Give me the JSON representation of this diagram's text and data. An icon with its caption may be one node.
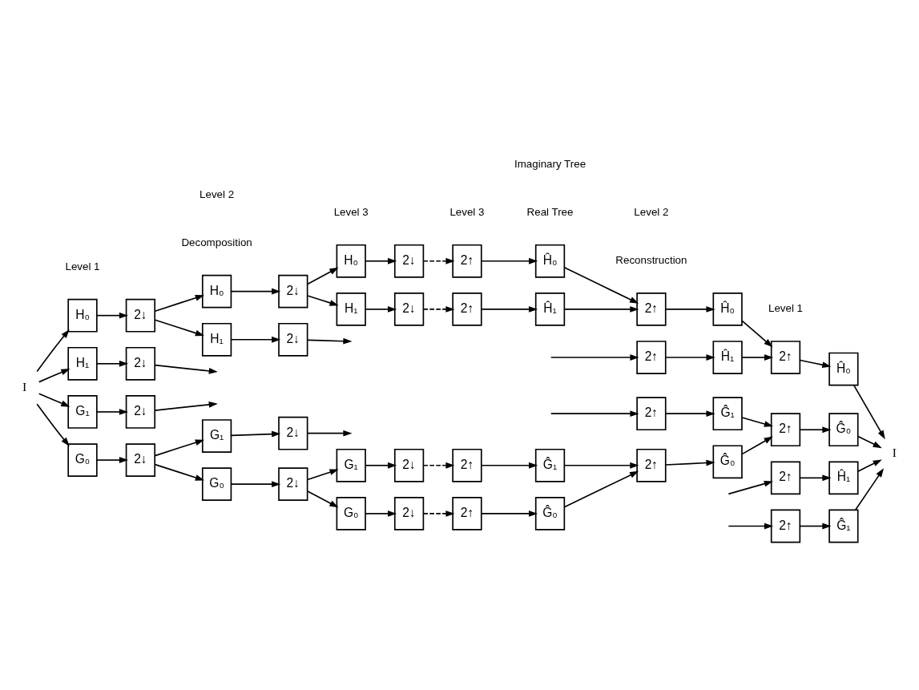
{
  "diagram": {
    "nodes": [
      {
        "text": [
          "I"
        ]
      },
      {
        "text": [
          "H₀"
        ]
      },
      {
        "text": [
          "2↓"
        ]
      },
      {
        "text": [
          "H₁"
        ]
      },
      {
        "text": [
          "2↓"
        ]
      },
      {
        "text": [
          "H₀"
        ]
      },
      {
        "text": [
          "2↓"
        ]
      },
      {
        "text": [
          "H₁"
        ]
      },
      {
        "text": [
          "2↓"
        ]
      },
      {
        "text": [
          "H₀"
        ]
      },
      {
        "text": [
          "2↓"
        ]
      },
      {
        "text": [
          "H₁"
        ]
      },
      {
        "text": [
          "2↓"
        ]
      },
      {
        "text": [
          "2↑"
        ]
      },
      {
        "text": [
          "Ĥ₀"
        ]
      },
      {
        "text": [
          "2↑"
        ]
      },
      {
        "text": [
          "Ĥ₁"
        ]
      },
      {
        "text": [
          "2↑"
        ]
      },
      {
        "text": [
          "Ĥ₀"
        ]
      },
      {
        "text": [
          "2↑"
        ]
      },
      {
        "text": [
          "Ĥ₁"
        ]
      },
      {
        "text": [
          "2↑"
        ]
      },
      {
        "text": [
          "Ĥ₀"
        ]
      },
      {
        "text": [
          "2↑"
        ]
      },
      {
        "text": [
          "Ĥ₁"
        ]
      },
      {
        "text": [
          "I"
        ]
      },
      {
        "text": [
          "G₁"
        ]
      },
      {
        "text": [
          "2↓"
        ]
      },
      {
        "text": [
          "G₀"
        ]
      },
      {
        "text": [
          "2↓"
        ]
      },
      {
        "text": [
          "G₁"
        ]
      },
      {
        "text": [
          "2↓"
        ]
      },
      {
        "text": [
          "G₀"
        ]
      },
      {
        "text": [
          "2↓"
        ]
      },
      {
        "text": [
          "G₁"
        ]
      },
      {
        "text": [
          "2↓"
        ]
      },
      {
        "text": [
          "G₀"
        ]
      },
      {
        "text": [
          "2↓"
        ]
      },
      {
        "text": [
          "2↑"
        ]
      },
      {
        "text": [
          "Ĝ₁"
        ]
      },
      {
        "text": [
          "2↑"
        ]
      },
      {
        "text": [
          "Ĝ₀"
        ]
      },
      {
        "text": [
          "2↑"
        ]
      },
      {
        "text": [
          "Ĝ₁"
        ]
      },
      {
        "text": [
          "2↑"
        ]
      },
      {
        "text": [
          "Ĝ₀"
        ]
      },
      {
        "text": [
          "2↑"
        ]
      },
      {
        "text": [
          "Ĝ₁"
        ]
      },
      {
        "text": [
          "2↑"
        ]
      },
      {
        "text": [
          "Ĝ₀"
        ]
      }
    ],
    "edges": [
      {
        "from": 0,
        "to": 1,
        "arrow": "to"
      },
      {
        "from": 0,
        "to": 3,
        "arrow": "to"
      },
      {
        "from": 0,
        "to": 26,
        "arrow": "to"
      },
      {
        "from": 0,
        "to": 28,
        "arrow": "to"
      },
      {
        "from": 1,
        "to": 2,
        "arrow": "to"
      },
      {
        "from": 3,
        "to": 4,
        "arrow": "to"
      },
      {
        "from": 4,
        "to": null,
        "arrow": "to"
      },
      {
        "from": 2,
        "to": 5,
        "arrow": "to"
      },
      {
        "from": 2,
        "to": 7,
        "arrow": "to"
      },
      {
        "from": 5,
        "to": 6,
        "arrow": "to"
      },
      {
        "from": 7,
        "to": 8,
        "arrow": "to"
      },
      {
        "from": 8,
        "to": null,
        "arrow": "to"
      },
      {
        "from": 6,
        "to": 9,
        "arrow": "to"
      },
      {
        "from": 6,
        "to": 11,
        "arrow": "to"
      },
      {
        "from": 9,
        "to": 10,
        "arrow": "to"
      },
      {
        "from": 11,
        "to": 12,
        "arrow": "to"
      },
      {
        "from": 10,
        "to": 13,
        "arrow": "to",
        "style": "dashed"
      },
      {
        "from": 12,
        "to": 15,
        "arrow": "to",
        "style": "dashed"
      },
      {
        "from": 13,
        "to": 14,
        "arrow": "to"
      },
      {
        "from": 15,
        "to": 16,
        "arrow": "to"
      },
      {
        "from": 14,
        "to": 17,
        "arrow": "to"
      },
      {
        "from": 16,
        "to": 17,
        "arrow": "to"
      },
      {
        "from": null,
        "to": 19,
        "arrow": "to"
      },
      {
        "from": 17,
        "to": 18,
        "arrow": "to"
      },
      {
        "from": 19,
        "to": 20,
        "arrow": "to"
      },
      {
        "from": 18,
        "to": 21,
        "arrow": "to"
      },
      {
        "from": 20,
        "to": 21,
        "arrow": "to"
      },
      {
        "from": null,
        "to": 23,
        "arrow": "to"
      },
      {
        "from": 21,
        "to": 22,
        "arrow": "to"
      },
      {
        "from": 23,
        "to": 24,
        "arrow": "to"
      },
      {
        "from": 22,
        "to": 25,
        "arrow": "to"
      },
      {
        "from": 24,
        "to": 25,
        "arrow": "to"
      },
      {
        "from": 26,
        "to": 27,
        "arrow": "to"
      },
      {
        "from": 27,
        "to": null,
        "arrow": "to"
      },
      {
        "from": 28,
        "to": 29,
        "arrow": "to"
      },
      {
        "from": 29,
        "to": 30,
        "arrow": "to"
      },
      {
        "from": 29,
        "to": 32,
        "arrow": "to"
      },
      {
        "from": 30,
        "to": 31,
        "arrow": "to"
      },
      {
        "from": 31,
        "to": null,
        "arrow": "to"
      },
      {
        "from": 32,
        "to": 33,
        "arrow": "to"
      },
      {
        "from": 33,
        "to": 34,
        "arrow": "to"
      },
      {
        "from": 33,
        "to": 36,
        "arrow": "to"
      },
      {
        "from": 34,
        "to": 35,
        "arrow": "to"
      },
      {
        "from": 36,
        "to": 37,
        "arrow": "to"
      },
      {
        "from": 35,
        "to": 38,
        "arrow": "to",
        "style": "dashed"
      },
      {
        "from": 37,
        "to": 40,
        "arrow": "to",
        "style": "dashed"
      },
      {
        "from": 38,
        "to": 39,
        "arrow": "to"
      },
      {
        "from": 40,
        "to": 41,
        "arrow": "to"
      },
      {
        "from": 39,
        "to": 44,
        "arrow": "to"
      },
      {
        "from": 41,
        "to": 44,
        "arrow": "to"
      },
      {
        "from": null,
        "to": 42,
        "arrow": "to"
      },
      {
        "from": 42,
        "to": 43,
        "arrow": "to"
      },
      {
        "from": 44,
        "to": 45,
        "arrow": "to"
      },
      {
        "from": 43,
        "to": 48,
        "arrow": "to"
      },
      {
        "from": 45,
        "to": 48,
        "arrow": "to"
      },
      {
        "from": null,
        "to": 46,
        "arrow": "to"
      },
      {
        "from": 46,
        "to": 47,
        "arrow": "to"
      },
      {
        "from": 48,
        "to": 49,
        "arrow": "to"
      },
      {
        "from": 47,
        "to": 25,
        "arrow": "to"
      },
      {
        "from": 49,
        "to": 25,
        "arrow": "to"
      }
    ],
    "labels": [
      "Decomposition",
      "Reconstruction",
      "Level 1",
      "Level 2",
      "Level 3",
      "Level 3",
      "Level 2",
      "Level 1",
      "Real Tree",
      "Imaginary Tree"
    ]
  }
}
